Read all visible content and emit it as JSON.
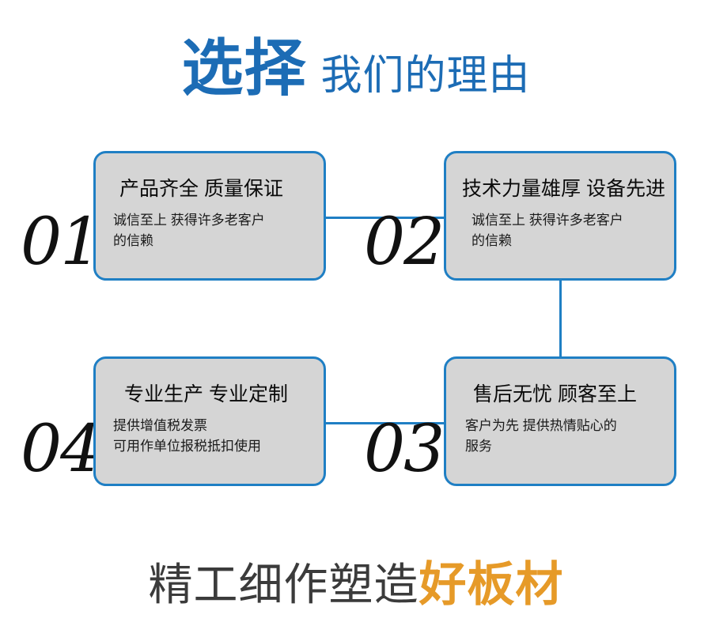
{
  "header": {
    "strong_text": "选择",
    "light_text": "我们的理由",
    "color": "#1C6CB5"
  },
  "theme": {
    "accent_blue": "#1F7FC4",
    "header_blue": "#1C6CB5",
    "card_fill": "#D5D5D5",
    "accent_orange": "#E69A28",
    "text_dark": "#3B3B3B",
    "background": "#FFFFFF"
  },
  "cards": [
    {
      "number": "01",
      "title": "产品齐全 质量保证",
      "body_line1": "诚信至上 获得许多老客户",
      "body_line2": "的信赖"
    },
    {
      "number": "02",
      "title": "技术力量雄厚 设备先进",
      "body_line1": "诚信至上 获得许多老客户",
      "body_line2": "的信赖"
    },
    {
      "number": "03",
      "title": "售后无忧 顾客至上",
      "body_line1": "客户为先 提供热情贴心的",
      "body_line2": "服务"
    },
    {
      "number": "04",
      "title": "专业生产 专业定制",
      "body_line1": "提供增值税发票",
      "body_line2": "可用作单位报税抵扣使用"
    }
  ],
  "footer": {
    "main_text": "精工细作塑造",
    "accent_text": "好板材"
  }
}
